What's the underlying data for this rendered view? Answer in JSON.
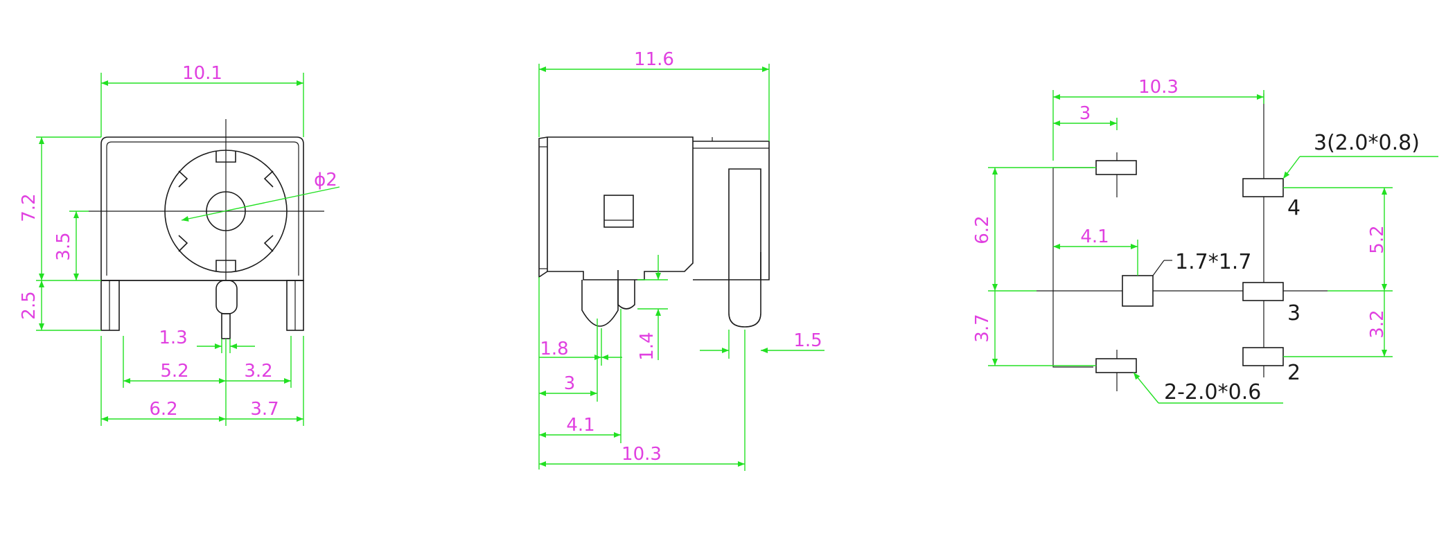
{
  "colors": {
    "dimension": "#22e022",
    "dimension_text": "#e040e0",
    "outline": "#1a1a1a",
    "background": "#ffffff"
  },
  "front_view": {
    "overall_width": "10.1",
    "overall_height": "7.2",
    "center_height": "3.5",
    "pin_length": "2.5",
    "hole_diameter": "ϕ2",
    "pin_width": "1.3",
    "left_pin_offset": "5.2",
    "right_pin_offset": "3.2",
    "left_edge_offset": "6.2",
    "right_edge_offset": "3.7"
  },
  "side_view": {
    "overall_length": "11.6",
    "pin_1": "1.8",
    "pin_2": "3",
    "pin_3": "4.1",
    "pin_span": "10.3",
    "pin_height": "1.4",
    "pin_thickness": "1.5"
  },
  "footprint_view": {
    "overall_span": "10.3",
    "offset_3": "3",
    "offset_4_1": "4.1",
    "upper_span": "6.2",
    "lower_span": "3.7",
    "right_upper": "5.2",
    "right_lower": "3.2",
    "pad_large": "3(2.0*0.8)",
    "pad_square": "1.7*1.7",
    "pad_small": "2-2.0*0.6",
    "pin_4": "4",
    "pin_3": "3",
    "pin_2": "2"
  }
}
